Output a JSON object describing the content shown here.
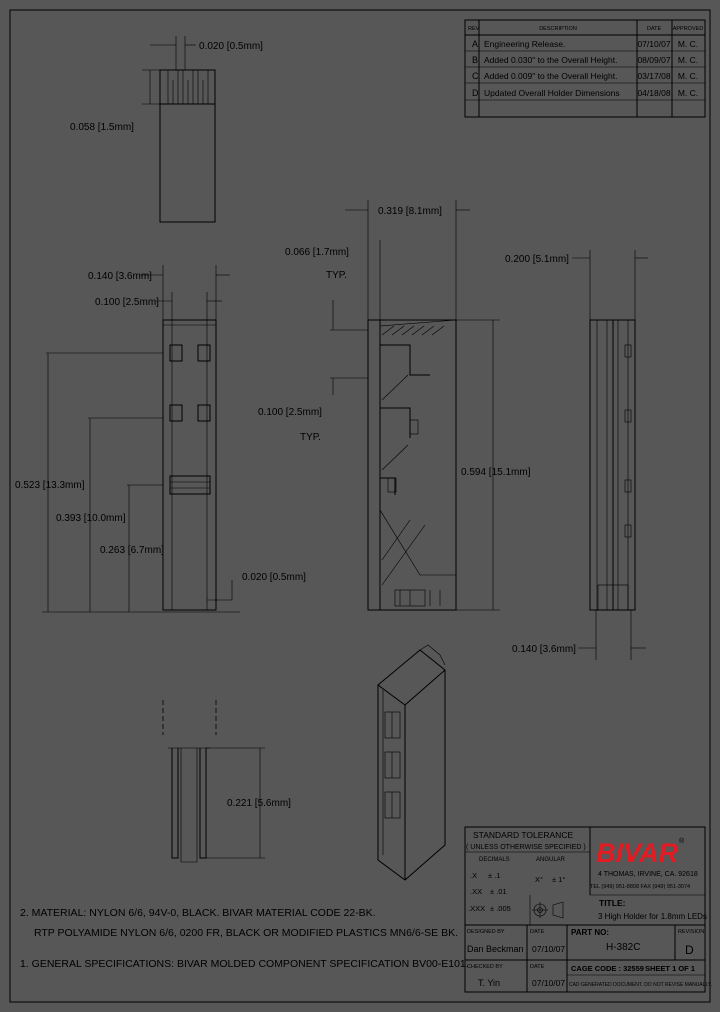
{
  "revision_table": {
    "headers": {
      "rev": "REV",
      "description": "DESCRIPTION",
      "date": "DATE",
      "approved": "APPROVED"
    },
    "rows": [
      {
        "rev": "A",
        "description": "Engineering Release.",
        "date": "07/10/07",
        "approved": "M. C."
      },
      {
        "rev": "B",
        "description": "Added 0.030\" to the Overall Height.",
        "date": "08/09/07",
        "approved": "M. C."
      },
      {
        "rev": "C",
        "description": "Added 0.009\" to the Overall Height.",
        "date": "03/17/08",
        "approved": "M. C."
      },
      {
        "rev": "D",
        "description": "Updated Overall Holder Dimensions",
        "date": "04/18/08",
        "approved": "M. C."
      }
    ]
  },
  "dimensions": {
    "top_gap": "0.020 [0.5mm]",
    "top_height": "0.058 [1.5mm]",
    "front_width": "0.140 [3.6mm]",
    "front_pitch": "0.100 [2.5mm]",
    "h_523": "0.523 [13.3mm]",
    "h_393": "0.393 [10.0mm]",
    "h_263": "0.263 [6.7mm]",
    "bottom_gap": "0.020 [0.5mm]",
    "side_depth": "0.319 [8.1mm]",
    "side_lip": "0.066 [1.7mm]",
    "side_lip_typ": "TYP.",
    "side_pitch": "0.100 [2.5mm]",
    "side_pitch_typ": "TYP.",
    "side_height": "0.594 [15.1mm]",
    "right_width": "0.200 [5.1mm]",
    "right_bottom": "0.140 [3.6mm]",
    "pin_length": "0.221 [5.6mm]"
  },
  "notes": {
    "note2_line1": "2.  MATERIAL: NYLON 6/6, 94V-0, BLACK. BIVAR MATERIAL CODE 22-BK.",
    "note2_line2": "RTP POLYAMIDE NYLON 6/6, 0200 FR, BLACK OR MODIFIED PLASTICS MN6/6-SE BK.",
    "note1": "1.  GENERAL SPECIFICATIONS: BIVAR MOLDED COMPONENT SPECIFICATION BV00-E101."
  },
  "title_block": {
    "tolerance_title": "STANDARD TOLERANCE",
    "tolerance_sub": "( UNLESS OTHERWISE SPECIFIED )",
    "decimals_label": "DECIMALS",
    "angular_label": "ANGULAR",
    "tol_x": ".X",
    "tol_x_val": "± .1",
    "tol_xx": ".XX",
    "tol_xx_val": "± .01",
    "tol_xxx": ".XXX",
    "tol_xxx_val": "± .005",
    "tol_ang": "X°",
    "tol_ang_val": "± 1°",
    "logo": "BIVAR",
    "logo_reg": "®",
    "address": "4 THOMAS, IRVINE, CA. 92618",
    "phone": "TEL (949) 951-8808     FAX (949) 951-3074",
    "title_label": "TITLE:",
    "title_value": "3 High Holder for 1.8mm LEDs",
    "designed_by_label": "DESIGNED BY",
    "designed_by": "Dan Beckman",
    "date_label": "DATE",
    "designed_date": "07/10/07",
    "part_no_label": "PART NO:",
    "part_no": "H-382C",
    "revision_label": "REVISION",
    "revision": "D",
    "checked_by_label": "CHECKED BY",
    "checked_by": "T. Yin",
    "checked_date_label": "DATE",
    "checked_date": "07/10/07",
    "cage_code": "CAGE CODE : 32559",
    "sheet": "SHEET 1  OF  1",
    "computer_note": "CAD GENERATED DOCUMENT. DO NOT REVISE MANUALLY."
  }
}
